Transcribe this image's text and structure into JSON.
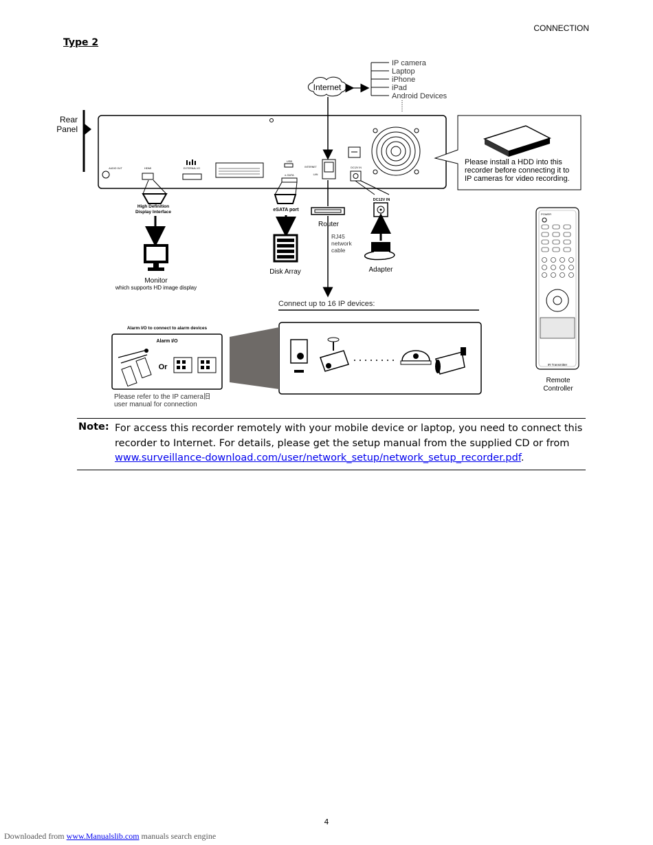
{
  "header": {
    "section": "CONNECTION",
    "heading": "Type 2"
  },
  "diagram": {
    "rear_panel": "Rear Panel",
    "rear_panel_line1": "Rear",
    "rear_panel_line2": "Panel",
    "internet": "Internet",
    "devices": [
      "IP camera",
      "Laptop",
      "iPhone",
      "iPad",
      "Android Devices"
    ],
    "port_labels": [
      "AUDIO OUT",
      "HDMI",
      "EXTERNAL I/O",
      "USB",
      "e-SATA",
      "INTERNET",
      "LAN",
      "DC12V IN"
    ],
    "hdmi_label": [
      "High Definition",
      "Display Interface"
    ],
    "monitor": "Monitor",
    "monitor_note": "which supports HD image display",
    "esata": "eSATA port",
    "disk_array": "Disk Array",
    "router": "Router",
    "rj45": [
      "RJ45",
      "network",
      "cable"
    ],
    "dc_in": "DC12V IN",
    "adapter": "Adapter",
    "hdd_note": [
      "Please install a HDD into this",
      "recorder before connecting it to",
      "IP cameras for video recording."
    ],
    "connect_up_to": "Connect up to 16 IP devices:",
    "alarm_title": "Alarm I/O to connect to alarm devices",
    "alarm_box_title": "Alarm I/O",
    "or": "Or",
    "ipcam_note": [
      "Please refer to the IP camera旧",
      "user manual for connection"
    ],
    "ir_transmitter": "IR Transmitter",
    "remote": [
      "Remote",
      "Controller"
    ],
    "remote_power": "POWER"
  },
  "note": {
    "label": "Note:",
    "text": "For access this recorder remotely with your mobile device or laptop, you need to connect this recorder to Internet. For details, please get the setup manual from the supplied CD or from ",
    "link": "www.surveillance-download.com/user/network_setup/network_setup_recorder.pdf",
    "end": "."
  },
  "page_number": "4",
  "footer": {
    "prefix": "Downloaded from ",
    "link": "www.Manualslib.com",
    "suffix": " manuals search engine"
  }
}
